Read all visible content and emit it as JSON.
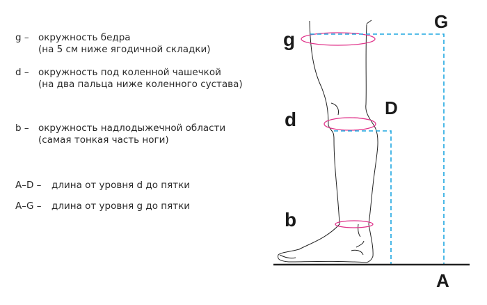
{
  "legend": [
    {
      "key": "g –",
      "line1": "окружность бедра",
      "line2": "(на 5 см ниже ягодичной складки)"
    },
    {
      "key": "d –",
      "line1": "окружность под коленной чашечкой",
      "line2": "(на два пальца ниже коленного сустава)"
    },
    {
      "key": "b –",
      "line1": "окружность надлодыжечной области",
      "line2": "(самая тонкая часть ноги)"
    },
    {
      "key": "A–D –",
      "line1": "длина от уровня d до пятки"
    },
    {
      "key": "A–G –",
      "line1": "длина от уровня g до пятки"
    }
  ],
  "diagram": {
    "labels": {
      "g": "g",
      "d": "d",
      "b": "b",
      "G": "G",
      "D": "D",
      "A": "A"
    },
    "colors": {
      "circumference": "#e0338a",
      "length": "#1ea7e1",
      "outline": "#222222"
    }
  }
}
